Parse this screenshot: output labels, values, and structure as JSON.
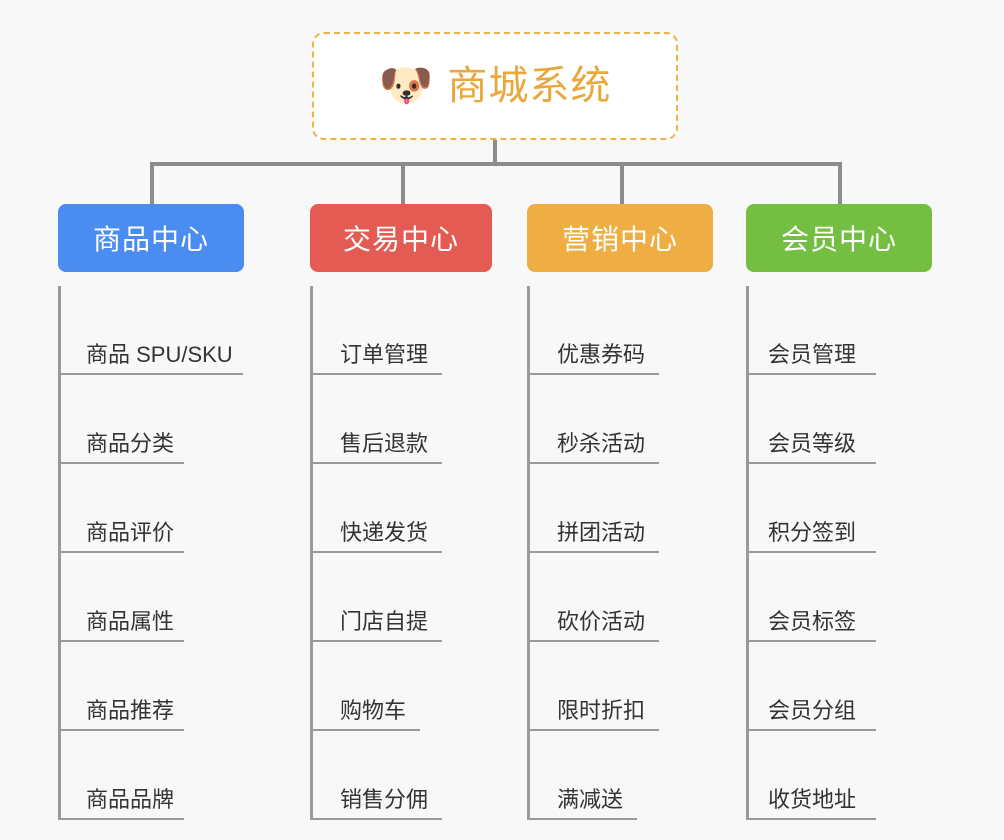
{
  "root": {
    "icon": "dog-face-icon",
    "icon_glyph": "🐶",
    "title": "商城系统",
    "title_color": "#e8a83c",
    "border_color": "#efb344"
  },
  "connector_color": "#8c8c8c",
  "columns": [
    {
      "id": "product-center",
      "label": "商品中心",
      "color": "#4a8cf0",
      "items": [
        "商品 SPU/SKU",
        "商品分类",
        "商品评价",
        "商品属性",
        "商品推荐",
        "商品品牌"
      ]
    },
    {
      "id": "trade-center",
      "label": "交易中心",
      "color": "#e45b54",
      "items": [
        "订单管理",
        "售后退款",
        "快递发货",
        "门店自提",
        "购物车",
        "销售分佣"
      ]
    },
    {
      "id": "marketing-center",
      "label": "营销中心",
      "color": "#eeae43",
      "items": [
        "优惠券码",
        "秒杀活动",
        "拼团活动",
        "砍价活动",
        "限时折扣",
        "满减送"
      ]
    },
    {
      "id": "member-center",
      "label": "会员中心",
      "color": "#74bf42",
      "items": [
        "会员管理",
        "会员等级",
        "积分签到",
        "会员标签",
        "会员分组",
        "收货地址"
      ]
    }
  ]
}
